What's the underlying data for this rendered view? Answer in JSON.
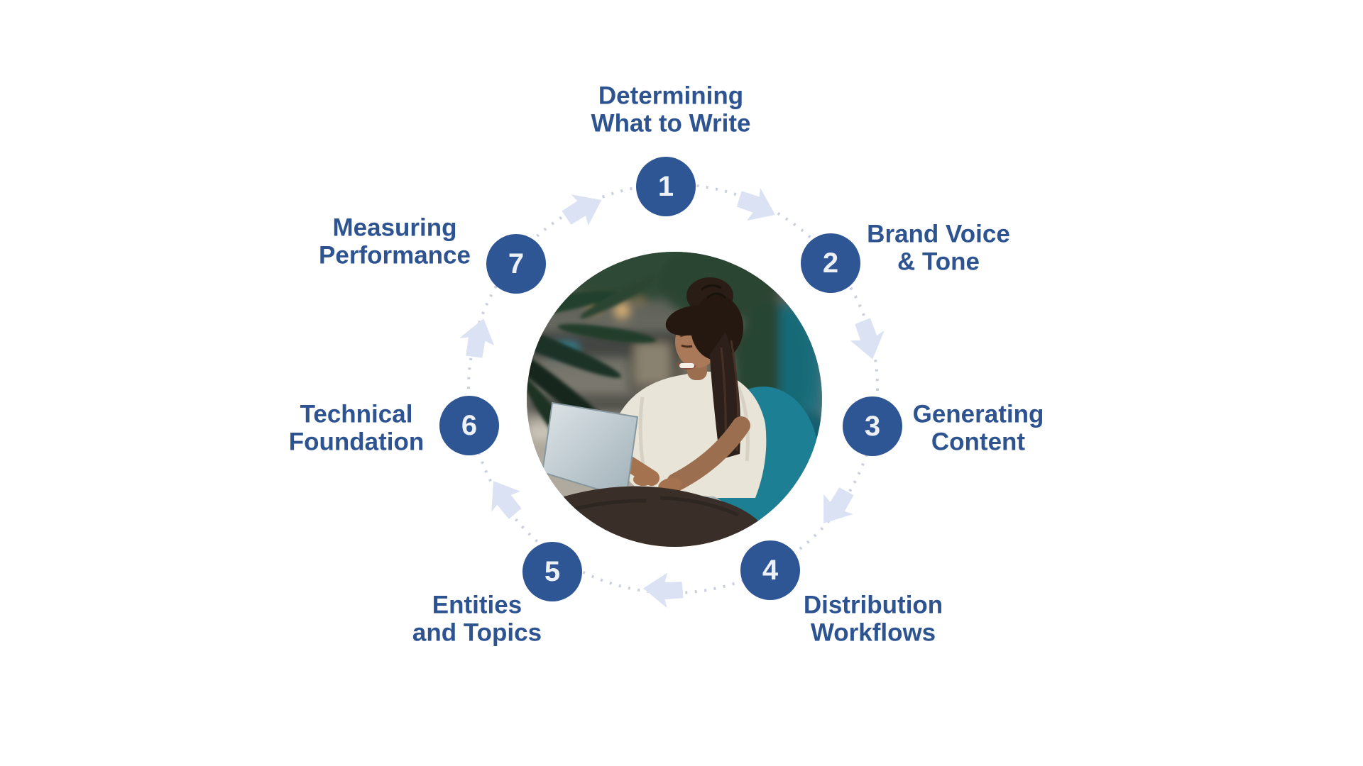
{
  "diagram": {
    "title_name": "content-creation-cycle",
    "center_image_name": "woman-typing-on-laptop-photo",
    "colors": {
      "step_circle": "#2e5694",
      "label_text": "#2d5391",
      "number_text": "#edf1f6",
      "arrow": "#dbe2f4",
      "ring_dots": "#c9cfdf",
      "background": "#ffffff"
    },
    "steps": [
      {
        "number": "1",
        "label": "Determining\nWhat to Write"
      },
      {
        "number": "2",
        "label": "Brand Voice\n& Tone"
      },
      {
        "number": "3",
        "label": "Generating\nContent"
      },
      {
        "number": "4",
        "label": "Distribution\nWorkflows"
      },
      {
        "number": "5",
        "label": "Entities\nand Topics"
      },
      {
        "number": "6",
        "label": "Technical\nFoundation"
      },
      {
        "number": "7",
        "label": "Measuring\nPerformance"
      }
    ]
  }
}
